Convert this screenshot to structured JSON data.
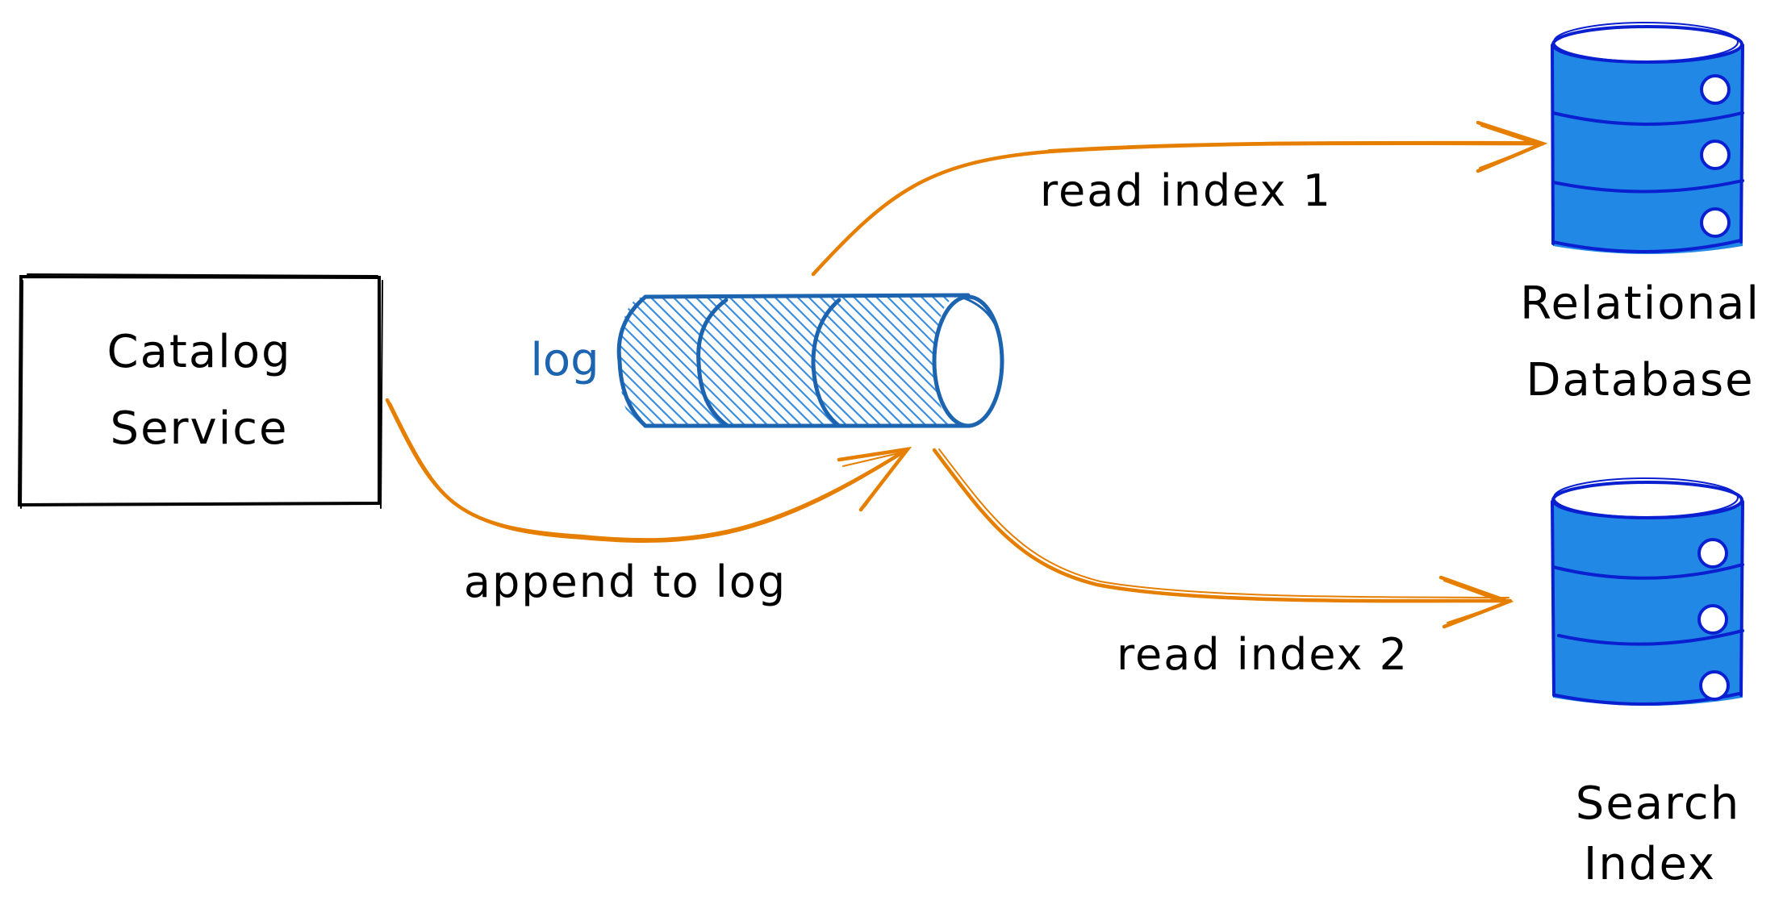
{
  "diagram": {
    "nodes": {
      "catalog_service": {
        "lines": [
          "Catalog",
          "Service"
        ],
        "shape": "rectangle"
      },
      "log": {
        "label": "log",
        "shape": "hatched-cylinder",
        "segments": 3
      },
      "relational_db": {
        "lines": [
          "Relational",
          "Database"
        ],
        "shape": "database",
        "platters": 3
      },
      "search_index": {
        "lines": [
          "Search",
          "Index"
        ],
        "shape": "database",
        "platters": 3
      }
    },
    "edges": [
      {
        "from": "catalog_service",
        "to": "log",
        "label": "append to log"
      },
      {
        "from": "log",
        "to": "relational_db",
        "label": "read index 1"
      },
      {
        "from": "log",
        "to": "search_index",
        "label": "read index 2"
      }
    ],
    "colors": {
      "arrow": "#e67e00",
      "log_stroke": "#1c64b0",
      "log_hatch": "#3a8ee0",
      "db_fill": "#2288e6",
      "db_stroke": "#0a1fd0",
      "text": "#000000",
      "box_stroke": "#000000",
      "background": "#ffffff"
    }
  }
}
